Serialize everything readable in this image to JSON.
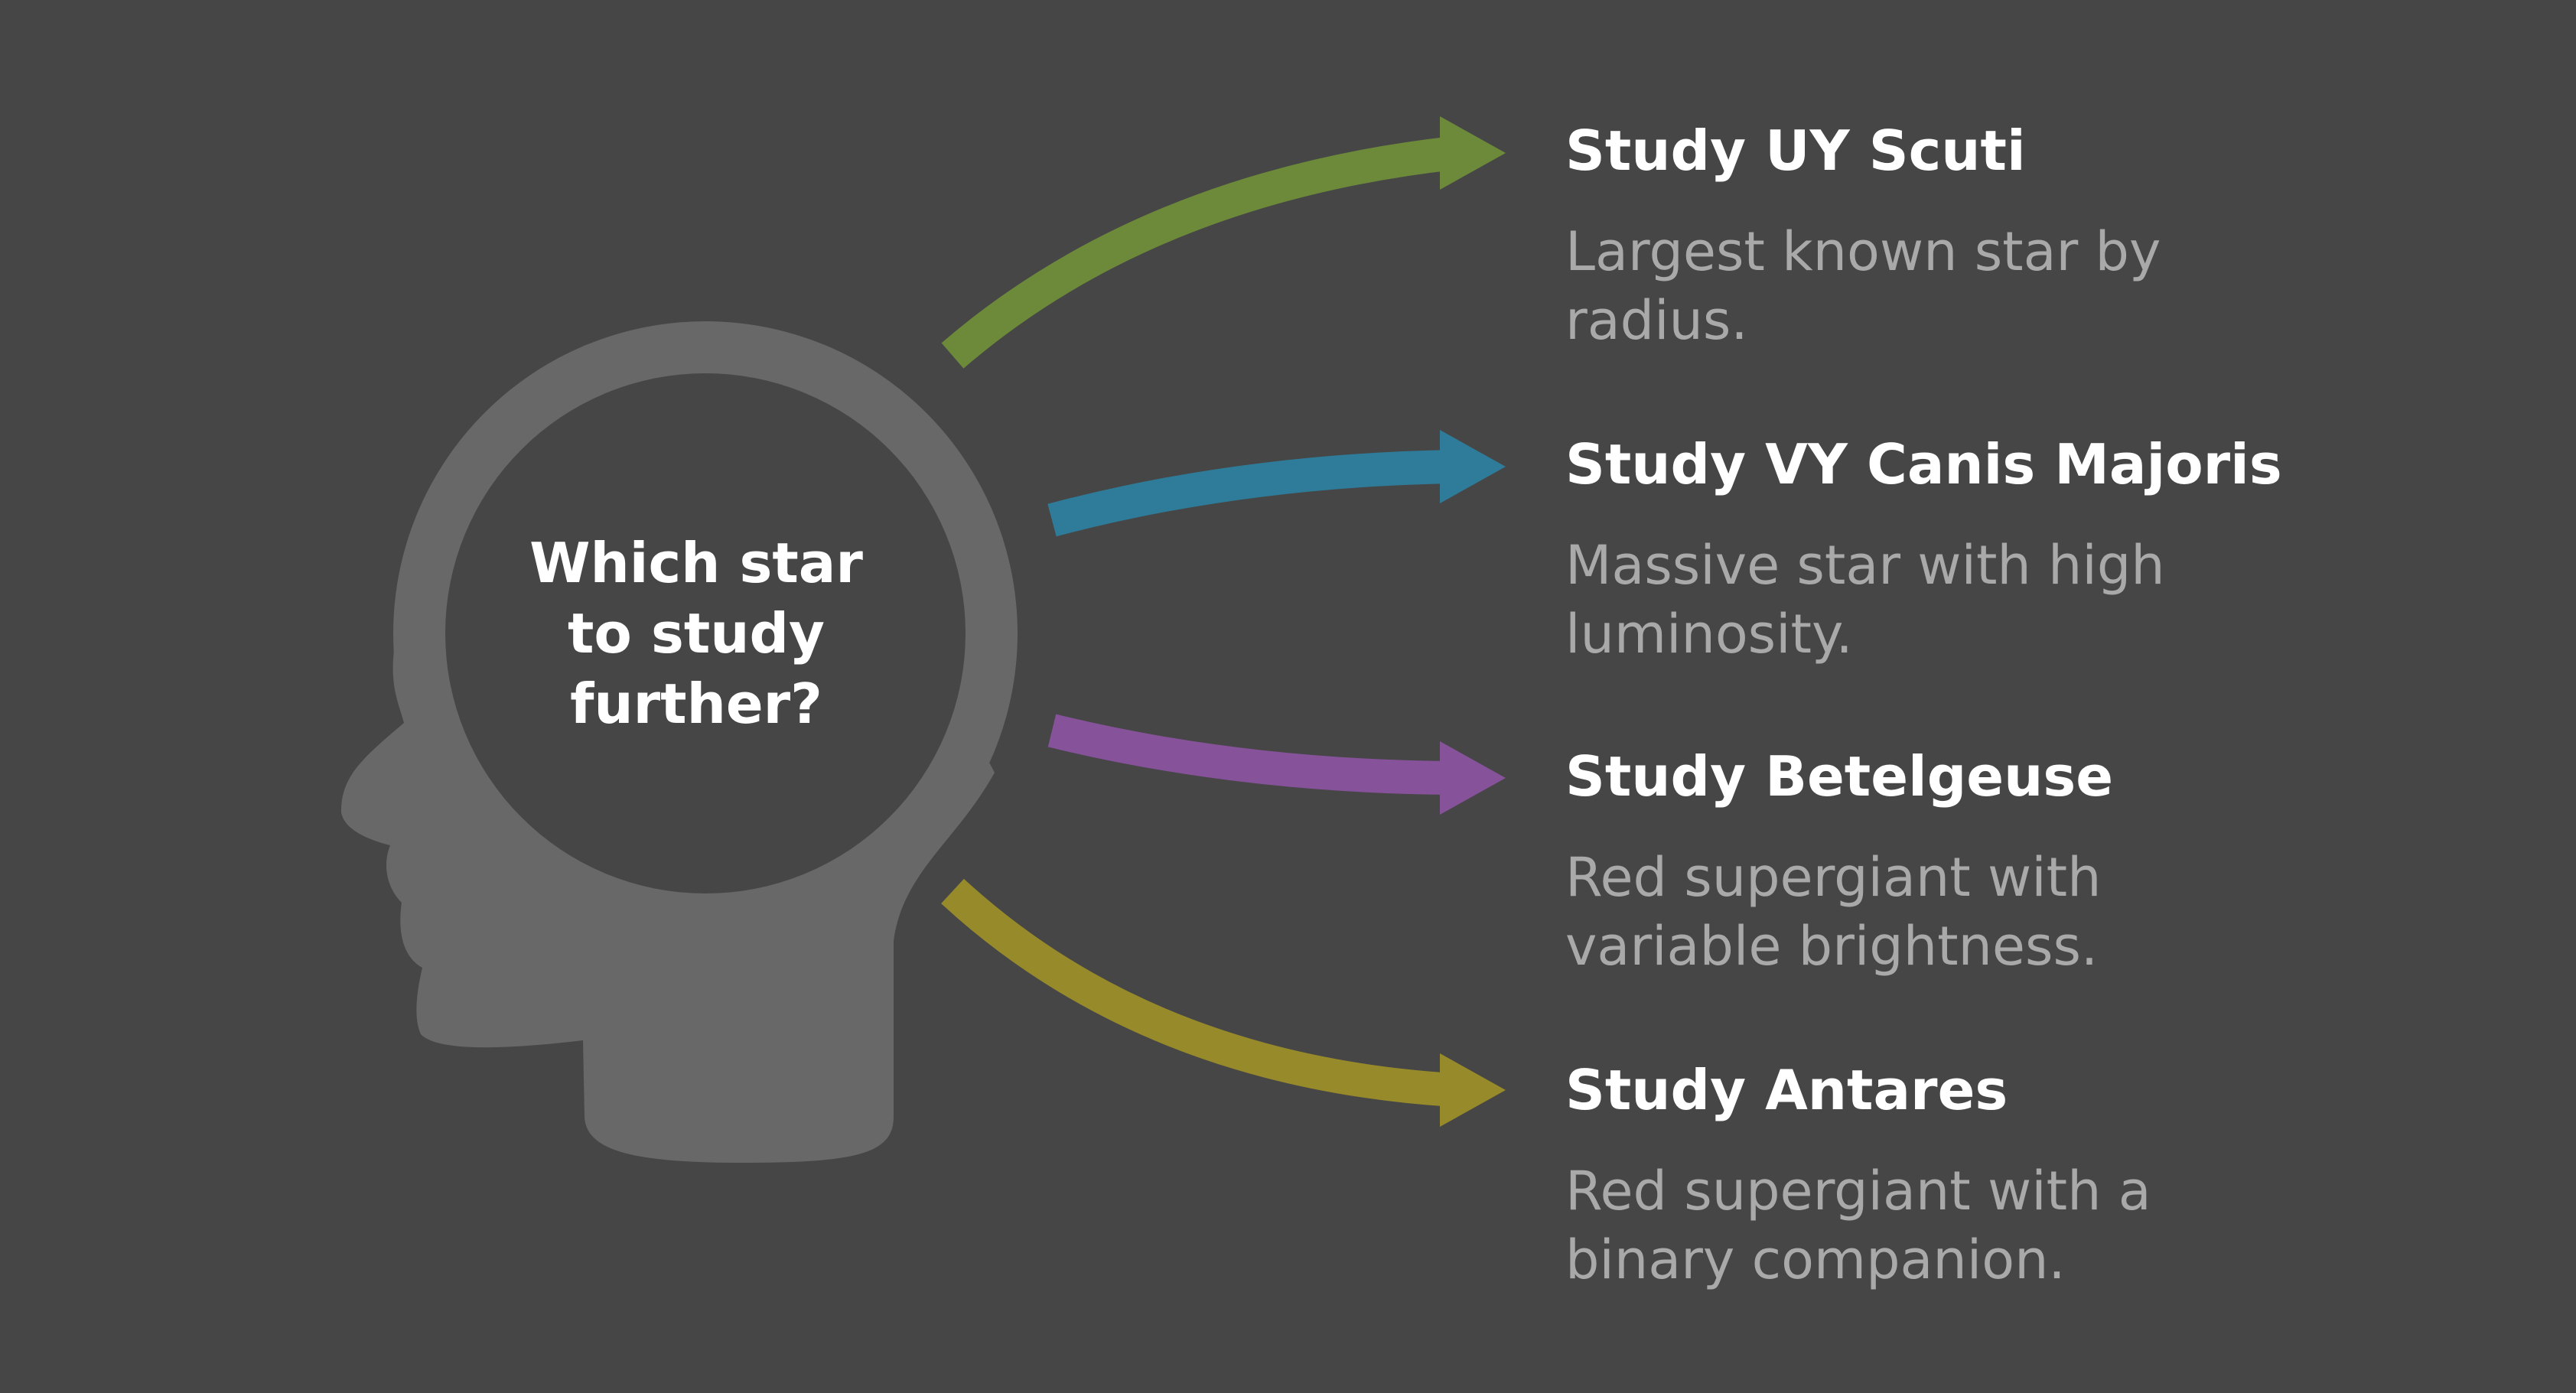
{
  "center": {
    "question": "Which star to study further?"
  },
  "options": [
    {
      "title": "Study UY Scuti",
      "description": "Largest known star by radius.",
      "color": "#6c8a3a"
    },
    {
      "title": "Study VY Canis Majoris",
      "description": "Massive star with high luminosity.",
      "color": "#2e7c99"
    },
    {
      "title": "Study Betelgeuse",
      "description": "Red supergiant with variable brightness.",
      "color": "#86529a"
    },
    {
      "title": "Study Antares",
      "description": "Red supergiant with a binary companion.",
      "color": "#978a2a"
    }
  ],
  "colors": {
    "background": "#464646",
    "head": "#686868",
    "inner_circle": "#464646"
  }
}
